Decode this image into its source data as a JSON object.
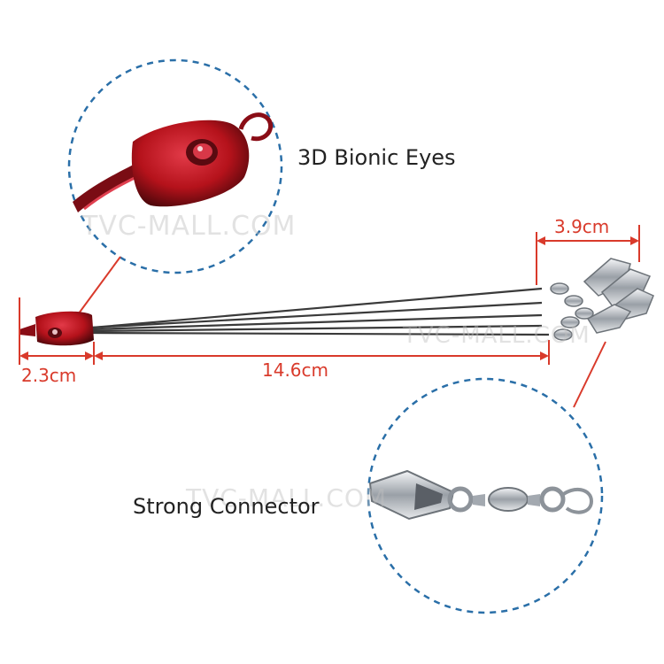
{
  "features": {
    "eyes_label": "3D Bionic Eyes",
    "connector_label": "Strong Connector"
  },
  "dimensions": {
    "head_length": "2.3cm",
    "wire_length": "14.6cm",
    "connector_length": "3.9cm"
  },
  "watermark": "TVC-MALL.COM",
  "colors": {
    "dimension": "#d93a2b",
    "callout_circle": "#2a6fa8",
    "lure_head": "#b5121b",
    "wire": "#3a3a3a",
    "metal": "#b8bcc2"
  }
}
